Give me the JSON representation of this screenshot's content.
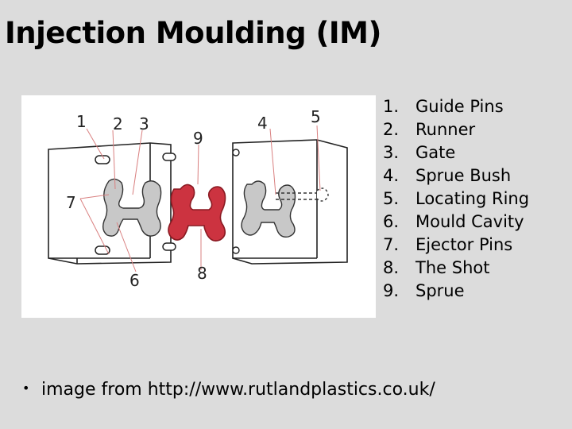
{
  "slide": {
    "title": "Injection Moulding (IM)",
    "credit_bullet": "•",
    "credit": "image from http://www.rutlandplastics.co.uk/"
  },
  "diagram": {
    "callouts": [
      "1",
      "2",
      "3",
      "4",
      "5",
      "6",
      "7",
      "8",
      "9"
    ]
  },
  "legend": {
    "items": [
      {
        "num": "1.",
        "label": "Guide Pins"
      },
      {
        "num": "2.",
        "label": "Runner"
      },
      {
        "num": "3.",
        "label": "Gate"
      },
      {
        "num": "4.",
        "label": "Sprue Bush"
      },
      {
        "num": "5.",
        "label": "Locating Ring"
      },
      {
        "num": "6.",
        "label": "Mould Cavity"
      },
      {
        "num": "7.",
        "label": "Ejector Pins"
      },
      {
        "num": "8.",
        "label": "The Shot"
      },
      {
        "num": "9.",
        "label": "Sprue"
      }
    ]
  },
  "colors": {
    "background": "#dcdcdc",
    "shot": "#cc3340",
    "cavity": "#c8c8c8",
    "leader": "#d98080"
  }
}
